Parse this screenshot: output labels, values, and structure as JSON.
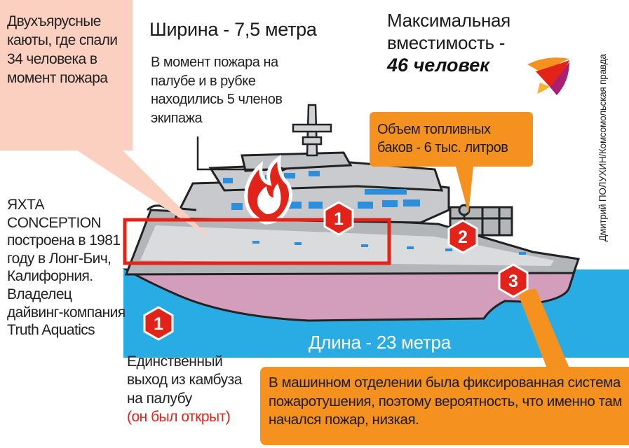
{
  "cabins_note": "Двухъярусные каюты, где спали 34 человека в момент пожара",
  "width_label": "Ширина - 7,5 метра",
  "crew_note": "В момент пожара на палубе и в рубке находились 5 членов экипажа",
  "capacity_label": "Максимальная вместимость -",
  "capacity_value": "46 человек",
  "fuel_note": "Объем топливных баков - 6 тыс. литров",
  "yacht_info": "ЯХТА CONCEPTION построена в 1981 году в Лонг-Бич, Калифорния. Владелец дайвинг-компания Truth Aquatics",
  "length_label": "Длина - 23 метра",
  "exit_note": "Единственный выход из камбуза на палубу",
  "exit_status": "(он был открыт)",
  "engine_note": "В машинном отделении была фиксированная система пожаротушения, поэтому вероятность, что именно там начался пожар, низкая.",
  "credit": "Дмитрий ПОЛУХИН/Комсомольская правда",
  "markers": [
    {
      "label": "1"
    },
    {
      "label": "2"
    },
    {
      "label": "3"
    },
    {
      "label": "1"
    }
  ],
  "colors": {
    "water": "#29ace3",
    "hull_below": "#d29ebc",
    "hull_grey": "#b3b6b9",
    "callout_orange": "#f5921f",
    "callout_pink": "#fbd0c1",
    "marker_red": "#e2231a",
    "window_blue": "#2d8fdb"
  },
  "icons": [
    "fire-icon",
    "bird-logo-icon"
  ]
}
